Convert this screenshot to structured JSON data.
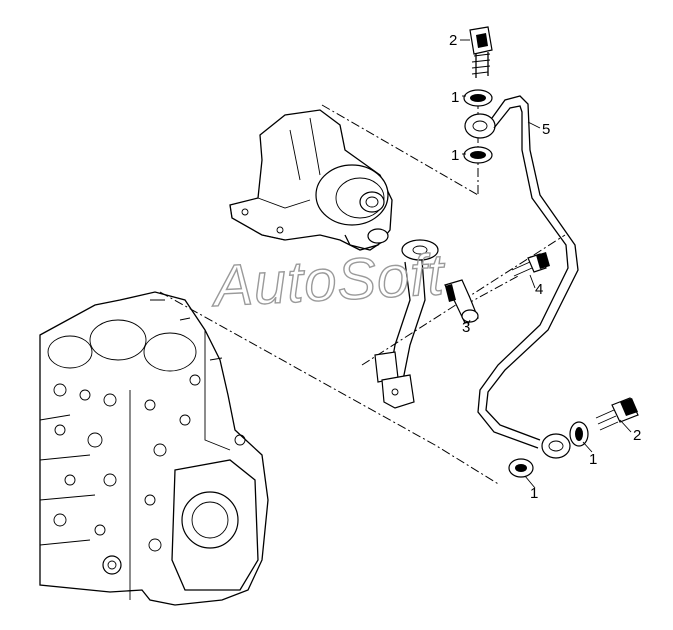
{
  "watermark": "AutoSoft",
  "callouts": {
    "top_bolt": "2",
    "top_washer_upper": "1",
    "top_washer_lower": "1",
    "pipe": "5",
    "bolt_small": "4",
    "clip": "3",
    "bottom_bolt": "2",
    "bottom_washer_right": "1",
    "bottom_washer_left": "1"
  }
}
